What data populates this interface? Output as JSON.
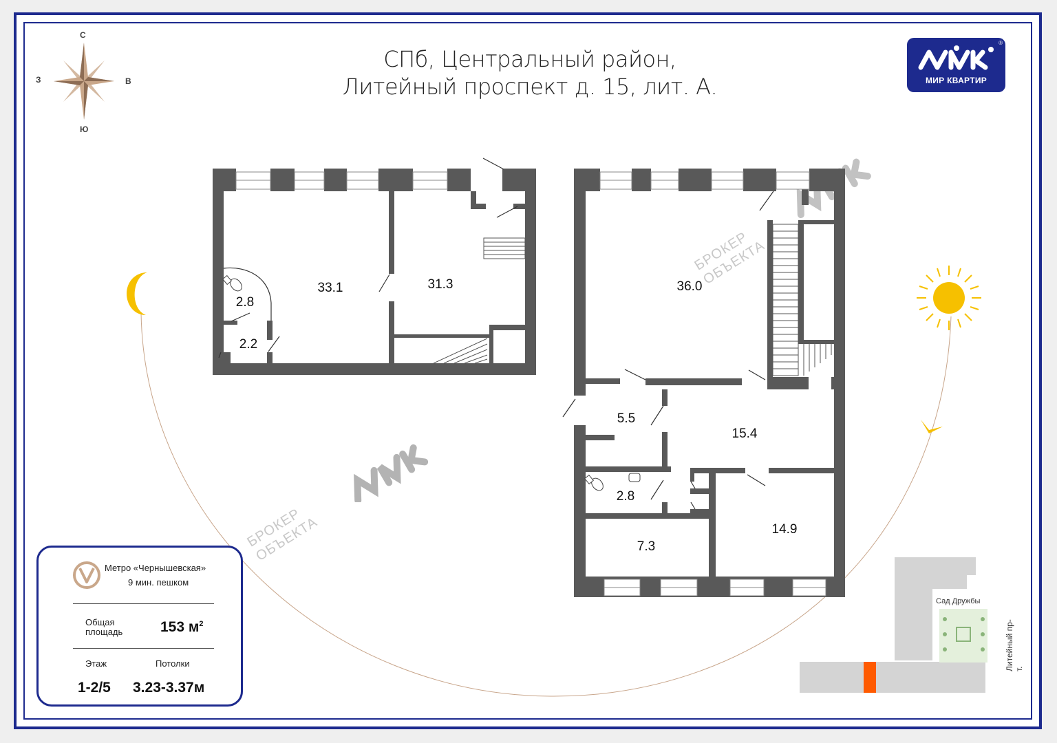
{
  "header": {
    "title_line1": "СПб, Центральный район,",
    "title_line2": "Литейный проспект д. 15, лит. А."
  },
  "compass": {
    "north": "С",
    "south": "Ю",
    "west": "З",
    "east": "В"
  },
  "logo": {
    "text": "МИР КВАРТИР",
    "registered": "®"
  },
  "watermark": {
    "text_line1": "БРОКЕР",
    "text_line2": "ОБЪЕКТА"
  },
  "rooms": {
    "r_33_1": "33.1",
    "r_31_3": "31.3",
    "r_2_8_upper": "2.8",
    "r_2_2": "2.2",
    "r_36_0": "36.0",
    "r_5_5": "5.5",
    "r_15_4": "15.4",
    "r_2_8_lower": "2.8",
    "r_7_3": "7.3",
    "r_14_9": "14.9"
  },
  "info": {
    "metro_name": "Метро «Чернышевская»",
    "metro_time": "9 мин. пешком",
    "area_label_1": "Общая",
    "area_label_2": "площадь",
    "area_value": "153 м",
    "area_sup": "2",
    "floor_label": "Этаж",
    "floor_value": "1-2/5",
    "ceiling_label": "Потолки",
    "ceiling_value": "3.23-3.37м"
  },
  "map": {
    "park_label": "Сад Дружбы",
    "street_label": "Литейный пр-т."
  },
  "colors": {
    "frame": "#1d2a8e",
    "wall": "#595959",
    "sun": "#f6c000",
    "moon": "#f6c000",
    "building_highlight": "#ff5a00",
    "compass": "#c9a78a"
  }
}
